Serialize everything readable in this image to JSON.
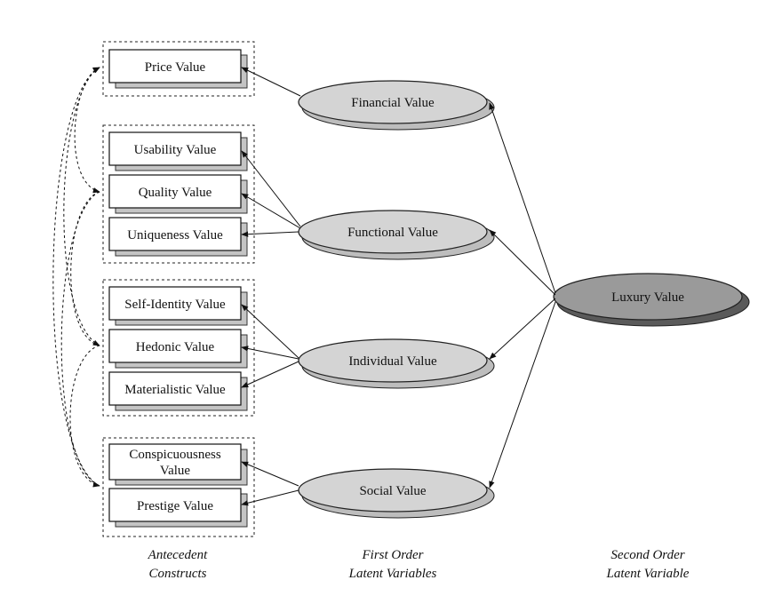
{
  "constructs": {
    "price": "Price Value",
    "usability": "Usability Value",
    "quality": "Quality Value",
    "uniqueness": "Uniqueness Value",
    "self_identity": "Self-Identity Value",
    "hedonic": "Hedonic Value",
    "materialistic": "Materialistic Value",
    "conspicuousness_1": "Conspicuousness",
    "conspicuousness_2": "Value",
    "prestige": "Prestige Value"
  },
  "first_order": {
    "financial": "Financial Value",
    "functional": "Functional Value",
    "individual": "Individual Value",
    "social": "Social Value"
  },
  "second_order": {
    "luxury": "Luxury Value"
  },
  "captions": {
    "antecedent_1": "Antecedent",
    "antecedent_2": "Constructs",
    "first_order_1": "First Order",
    "first_order_2": "Latent Variables",
    "second_order_1": "Second Order",
    "second_order_2": "Latent Variable"
  },
  "colors": {
    "first_order_fill": "#d4d4d4",
    "second_order_fill": "#9a9a9a",
    "shadow": "#c4c4c4"
  }
}
